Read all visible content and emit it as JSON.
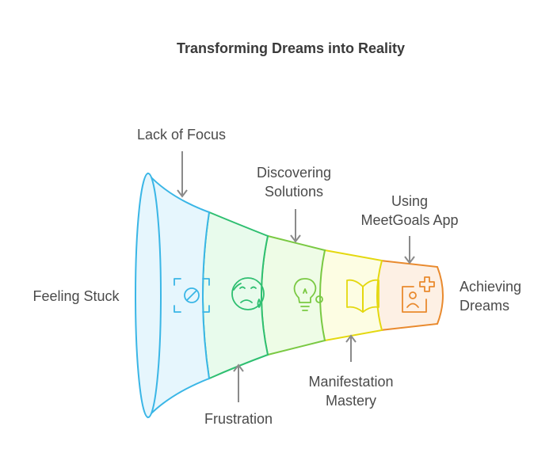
{
  "title": "Transforming Dreams into Reality",
  "labels": {
    "feeling_stuck": "Feeling Stuck",
    "lack_of_focus": "Lack of Focus",
    "frustration": "Frustration",
    "discovering_1": "Discovering",
    "discovering_2": "Solutions",
    "manifestation_1": "Manifestation",
    "manifestation_2": "Mastery",
    "using_1": "Using",
    "using_2": "MeetGoals App",
    "achieving_1": "Achieving",
    "achieving_2": "Dreams"
  },
  "stages": [
    {
      "name": "Lack of Focus",
      "icon": "no-focus-icon",
      "fill": "#e6f6fd",
      "stroke": "#3ab6e6"
    },
    {
      "name": "Frustration",
      "icon": "frustrated-face-icon",
      "fill": "#e8fbec",
      "stroke": "#2fbf71"
    },
    {
      "name": "Discovering Solutions",
      "icon": "lightbulb-icon",
      "fill": "#eefce6",
      "stroke": "#7ac943"
    },
    {
      "name": "Manifestation Mastery",
      "icon": "open-book-icon",
      "fill": "#fdfde3",
      "stroke": "#e4d80f"
    },
    {
      "name": "Using MeetGoals App",
      "icon": "app-profile-icon",
      "fill": "#fdf0e4",
      "stroke": "#e98a2e"
    }
  ]
}
